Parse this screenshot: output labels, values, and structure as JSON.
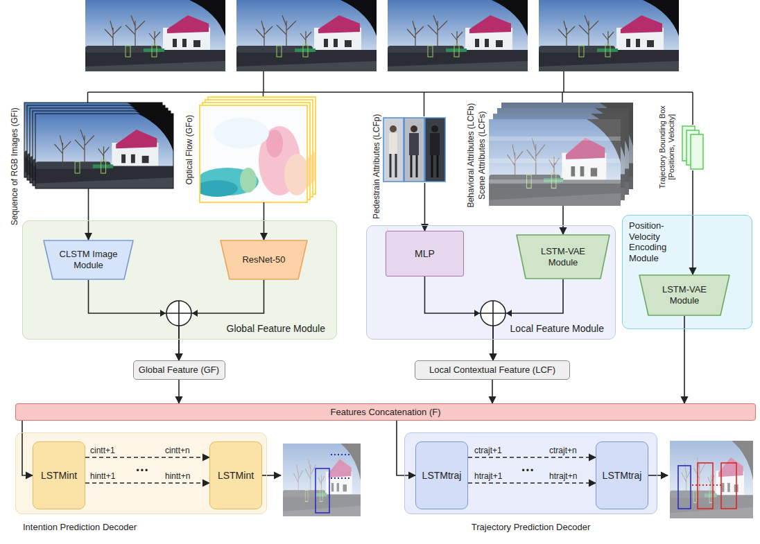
{
  "diagram": {
    "nodes": [
      {
        "text": [
          "Sequence of RGB Images (GFi)"
        ]
      },
      {
        "text": [
          "Optical Flow (GFo)"
        ]
      },
      {
        "text": [
          "Pedestrain Attributes (LCFp)"
        ]
      },
      {
        "text": [
          "Behavioral Attributes (LCFb)",
          "Scene Attributes (LCFs)"
        ]
      },
      {
        "text": [
          "Trajectory Bounding Box [Positions, Velocity]"
        ]
      },
      {
        "text": [
          "Global Feature Module"
        ]
      },
      {
        "text": [
          "CLSTM Image Module"
        ],
        "in": 5
      },
      {
        "text": [
          "ResNet-50"
        ],
        "in": 5
      },
      {
        "text": [
          "Local Feature Module"
        ]
      },
      {
        "text": [
          "MLP"
        ],
        "in": 8
      },
      {
        "text": [
          "LSTM-VAE Module"
        ],
        "in": 8
      },
      {
        "text": [
          "Position- Velocity Encoding Module"
        ]
      },
      {
        "text": [
          "LSTM-VAE Module"
        ],
        "in": 11
      },
      {
        "text": [
          "Global Feature (GF)"
        ]
      },
      {
        "text": [
          "Local Contextual Feature (LCF)"
        ]
      },
      {
        "text": [
          "Features Concatenation (F)"
        ]
      },
      {
        "text": [
          "Intention Prediction Decoder"
        ]
      },
      {
        "text": [
          "LSTMint"
        ],
        "in": 16
      },
      {
        "text": [
          "LSTMint"
        ],
        "in": 16
      },
      {
        "text": [
          "Trajectory Prediction Decoder"
        ]
      },
      {
        "text": [
          "LSTMtraj"
        ],
        "in": 19
      },
      {
        "text": [
          "LSTMtraj"
        ],
        "in": 19
      }
    ],
    "edges": [
      {
        "from": 0,
        "to": 6,
        "arrow": "to"
      },
      {
        "from": 1,
        "to": 7,
        "arrow": "to"
      },
      {
        "from": 2,
        "to": 9,
        "arrow": "to"
      },
      {
        "from": 3,
        "to": 10,
        "arrow": "to"
      },
      {
        "from": 4,
        "to": 12,
        "arrow": "to"
      },
      {
        "from": 6,
        "to": 13,
        "arrow": "to"
      },
      {
        "from": 7,
        "to": 13,
        "arrow": "to"
      },
      {
        "from": 9,
        "to": 14,
        "arrow": "to"
      },
      {
        "from": 10,
        "to": 14,
        "arrow": "to"
      },
      {
        "from": 12,
        "to": 15,
        "arrow": "to"
      },
      {
        "from": 13,
        "to": 15,
        "arrow": "to"
      },
      {
        "from": 14,
        "to": 15,
        "arrow": "to"
      },
      {
        "from": 15,
        "to": 17,
        "arrow": "to"
      },
      {
        "from": 15,
        "to": 20,
        "arrow": "to"
      },
      {
        "from": 17,
        "to": 18,
        "arrow": "to"
      },
      {
        "from": 17,
        "to": 18,
        "arrow": "to"
      },
      {
        "from": 20,
        "to": 21,
        "arrow": "to"
      },
      {
        "from": 20,
        "to": 21,
        "arrow": "to"
      }
    ],
    "labels": [
      "cintt+1",
      "hintt+1",
      "•••",
      "cintt+n",
      "hintt+n",
      "ctrajt+1",
      "htrajt+1",
      "•••",
      "ctrajt+n",
      "htrajt+n"
    ]
  }
}
